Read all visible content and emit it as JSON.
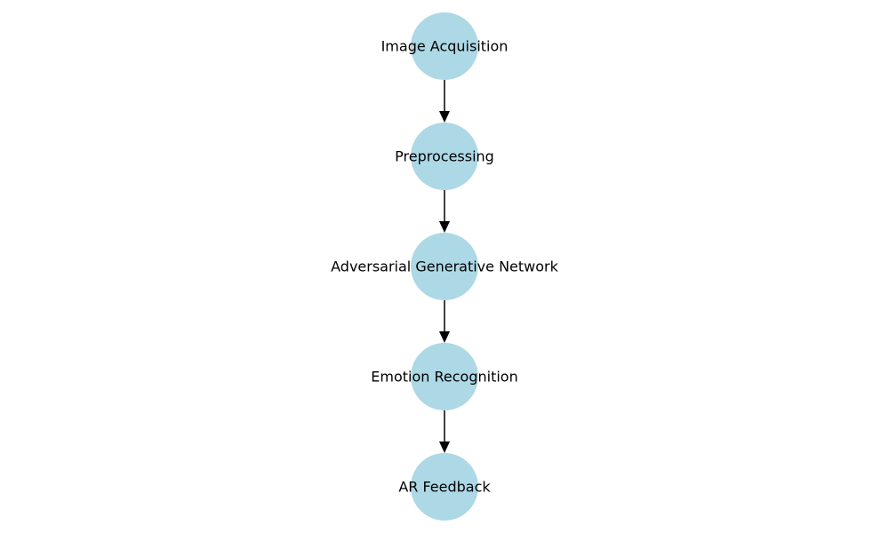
{
  "diagram": {
    "type": "flowchart",
    "direction": "top-to-bottom",
    "node_color": "#add8e6",
    "edge_color": "#000000",
    "nodes": [
      {
        "label": "Image Acquisition"
      },
      {
        "label": "Preprocessing"
      },
      {
        "label": "Adversarial Generative Network"
      },
      {
        "label": "Emotion Recognition"
      },
      {
        "label": "AR Feedback"
      }
    ],
    "edges": [
      {
        "from": "Image Acquisition",
        "to": "Preprocessing"
      },
      {
        "from": "Preprocessing",
        "to": "Adversarial Generative Network"
      },
      {
        "from": "Adversarial Generative Network",
        "to": "Emotion Recognition"
      },
      {
        "from": "Emotion Recognition",
        "to": "AR Feedback"
      }
    ]
  }
}
